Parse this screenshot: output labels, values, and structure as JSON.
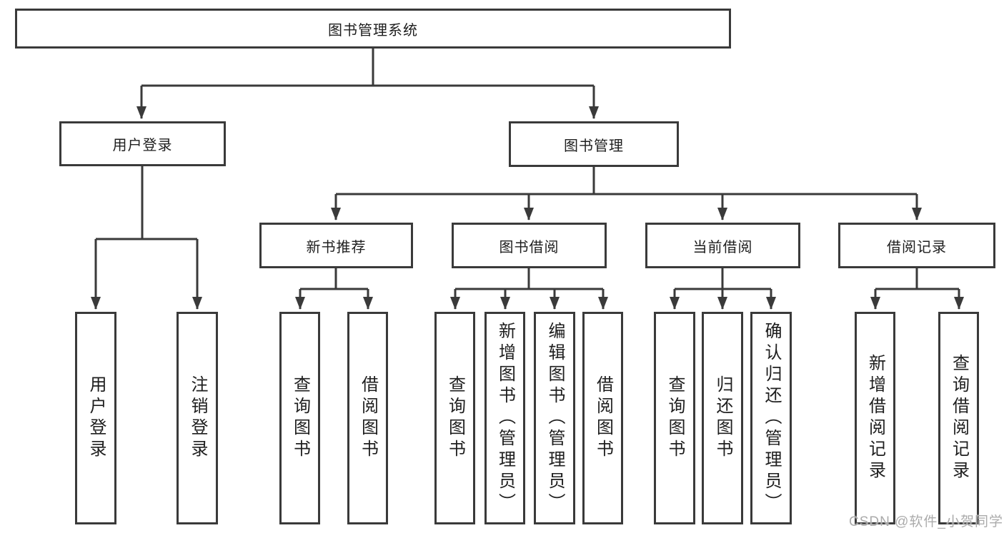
{
  "diagram": {
    "root": "图书管理系统",
    "level2": {
      "user_login": "用户登录",
      "book_management": "图书管理"
    },
    "level3": {
      "new_books": "新书推荐",
      "borrowing": "图书借阅",
      "current": "当前借阅",
      "records": "借阅记录"
    },
    "leaves": {
      "user_login": [
        "用户登录",
        "注销登录"
      ],
      "new_books": [
        "查询图书",
        "借阅图书"
      ],
      "borrowing": [
        "查询图书",
        "新增图书（管理员）",
        "编辑图书（管理员）",
        "借阅图书"
      ],
      "current": [
        "查询图书",
        "归还图书",
        "确认归还（管理员）"
      ],
      "records": [
        "新增借阅记录",
        "查询借阅记录"
      ]
    }
  },
  "watermark": "CSDN @软件_小贺同学",
  "colors": {
    "line": "#3a3a3a",
    "box_border": "#3a3a3a",
    "text": "#1e1e1e",
    "background": "#ffffff",
    "watermark": "#ababab"
  }
}
